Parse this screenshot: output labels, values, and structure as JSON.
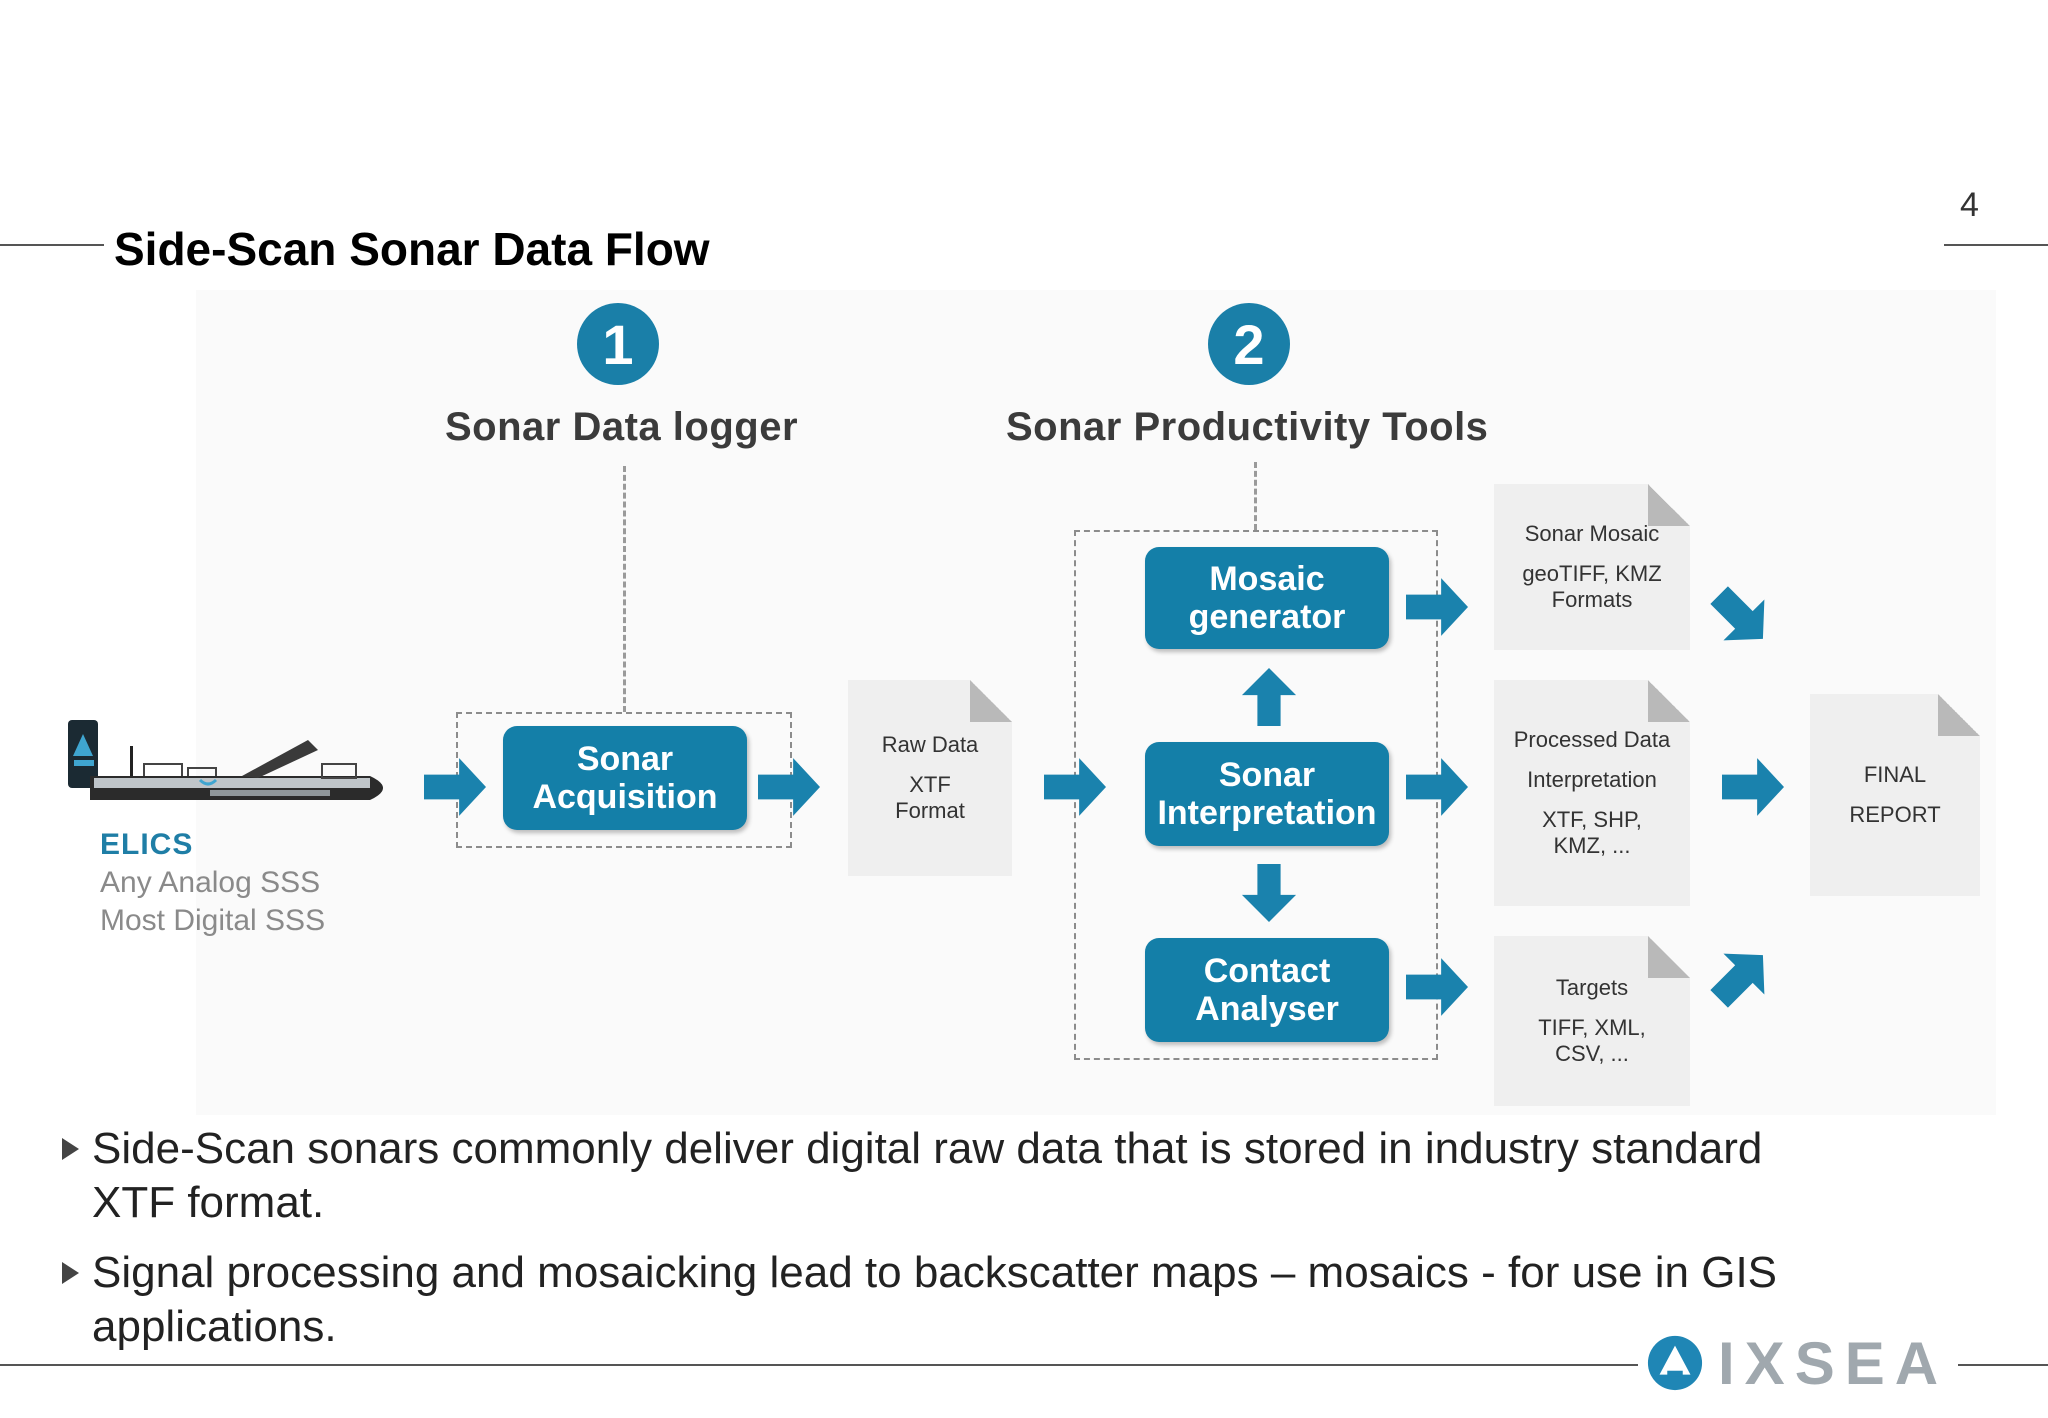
{
  "slide": {
    "title": "Side-Scan Sonar Data Flow",
    "page_number": "4"
  },
  "diagram": {
    "step1": {
      "number": "1",
      "title": "Sonar Data logger"
    },
    "step2": {
      "number": "2",
      "title": "Sonar Productivity Tools"
    },
    "sensor": {
      "name": "ELICS",
      "line1": "Any Analog SSS",
      "line2": "Most Digital SSS"
    },
    "processes": {
      "acquisition": {
        "line1": "Sonar",
        "line2": "Acquisition"
      },
      "mosaic": {
        "line1": "Mosaic",
        "line2": "generator"
      },
      "interpretation": {
        "line1": "Sonar",
        "line2": "Interpretation"
      },
      "contact": {
        "line1": "Contact",
        "line2": "Analyser"
      }
    },
    "documents": {
      "raw": {
        "title": "Raw Data",
        "line1": "XTF",
        "line2": "Format"
      },
      "mosaic": {
        "title": "Sonar Mosaic",
        "line1": "geoTIFF, KMZ",
        "line2": "Formats"
      },
      "processed": {
        "title": "Processed Data",
        "subtitle": "Interpretation",
        "line1": "XTF,  SHP,",
        "line2": "KMZ,  ..."
      },
      "targets": {
        "title": "Targets",
        "line1": "TIFF, XML,",
        "line2": "CSV, ..."
      },
      "final": {
        "line1": "FINAL",
        "line2": "REPORT"
      }
    }
  },
  "bullets": [
    {
      "line1": "Side-Scan sonars commonly deliver digital raw data that is stored in industry standard",
      "line2": "XTF format."
    },
    {
      "line1": "Signal processing and mosaicking lead to backscatter maps – mosaics - for use in GIS",
      "line2": "applications."
    }
  ],
  "logo": {
    "text": "IXSEA"
  },
  "colors": {
    "accent": "#147fa8",
    "doc": "#efefef",
    "text": "#222222"
  }
}
